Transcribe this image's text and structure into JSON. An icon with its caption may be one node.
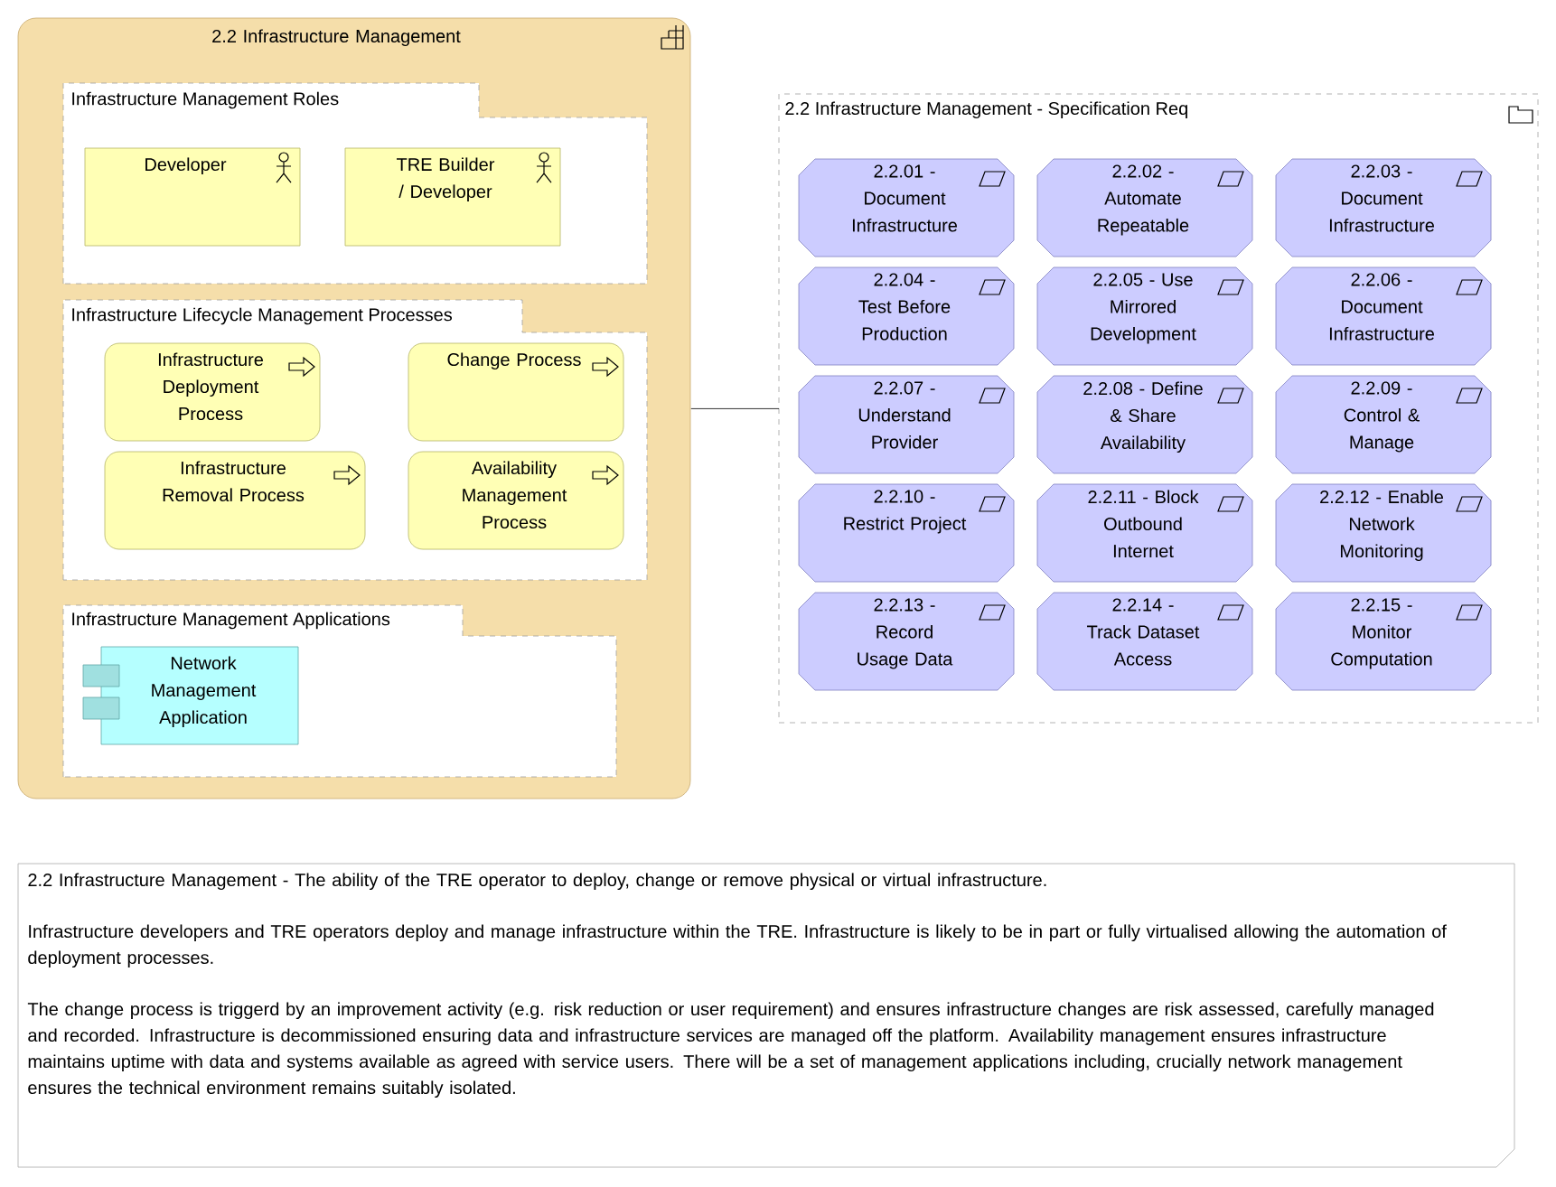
{
  "diagram": {
    "nodes": [
      {
        "text": [
          "2.2 Infrastructure Management"
        ]
      },
      {
        "text": [
          "Infrastructure Management Roles"
        ],
        "in": 0
      },
      {
        "text": [
          "Developer"
        ],
        "in": 1
      },
      {
        "text": [
          "TRE Builder / Developer"
        ],
        "in": 1
      },
      {
        "text": [
          "Infrastructure Lifecycle Management Processes"
        ],
        "in": 0
      },
      {
        "text": [
          "Infrastructure Deployment Process"
        ],
        "in": 4
      },
      {
        "text": [
          "Change Process"
        ],
        "in": 4
      },
      {
        "text": [
          "Infrastructure Removal Process"
        ],
        "in": 4
      },
      {
        "text": [
          "Availability Management Process"
        ],
        "in": 4
      },
      {
        "text": [
          "Infrastructure Management Applications"
        ],
        "in": 0
      },
      {
        "text": [
          "Network Management Application"
        ],
        "in": 9
      },
      {
        "text": [
          "2.2 Infrastructure Management - Specification Req"
        ]
      },
      {
        "text": [
          "2.2.01 - Document Infrastructure"
        ],
        "in": 11
      },
      {
        "text": [
          "2.2.02 - Automate Repeatable"
        ],
        "in": 11
      },
      {
        "text": [
          "2.2.03 - Document Infrastructure"
        ],
        "in": 11
      },
      {
        "text": [
          "2.2.04 - Test Before Production"
        ],
        "in": 11
      },
      {
        "text": [
          "2.2.05 - Use Mirrored Development"
        ],
        "in": 11
      },
      {
        "text": [
          "2.2.06 - Document Infrastructure"
        ],
        "in": 11
      },
      {
        "text": [
          "2.2.07 - Understand Provider"
        ],
        "in": 11
      },
      {
        "text": [
          "2.2.08 - Define & Share Availability"
        ],
        "in": 11
      },
      {
        "text": [
          "2.2.09 - Control & Manage"
        ],
        "in": 11
      },
      {
        "text": [
          "2.2.10 - Restrict Project"
        ],
        "in": 11
      },
      {
        "text": [
          "2.2.11 - Block Outbound Internet"
        ],
        "in": 11
      },
      {
        "text": [
          "2.2.12 - Enable Network Monitoring"
        ],
        "in": 11
      },
      {
        "text": [
          "2.2.13 - Record Usage Data"
        ],
        "in": 11
      },
      {
        "text": [
          "2.2.14 - Track Dataset Access"
        ],
        "in": 11
      },
      {
        "text": [
          "2.2.15 - Monitor Computation"
        ],
        "in": 11
      },
      {
        "text": [
          "2.2 Infrastructure Management - The ability of the TRE operator to deploy, change or remove physical or virtual infrastructure.",
          "Infrastructure developers and TRE operators deploy and manage infrastructure within the TRE. Infrastructure is likely to be in part or fully virtualised allowing the automation of deployment processes.",
          "The change process is triggerd by an improvement activity (e.g. risk reduction or user requirement) and ensures infrastructure changes are risk assessed, carefully managed and recorded. Infrastructure is decommissioned ensuring data and infrastructure services are managed off the platform. Availability management ensures infrastructure maintains uptime with data and systems available as agreed with service users. There will be a set of management applications including, crucially network management ensures the technical environment remains suitably isolated."
        ]
      }
    ],
    "edges": [
      {
        "from": 0,
        "to": 11,
        "arrow": "none"
      }
    ]
  }
}
